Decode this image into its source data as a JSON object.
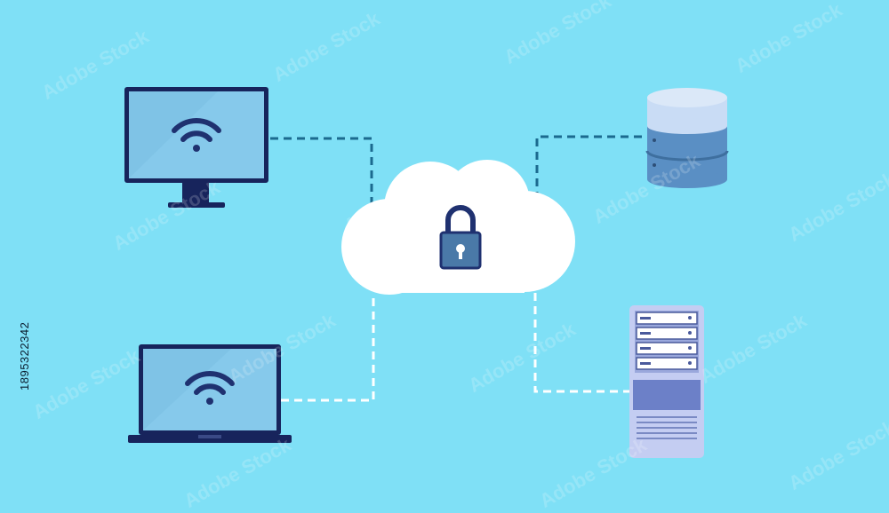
{
  "background_color": "#7fe0f6",
  "stock_id": "1895322342",
  "watermark_text": "Adobe Stock",
  "colors": {
    "device_frame": "#17245c",
    "screen": "#7fc3e6",
    "wifi": "#1f3170",
    "cloud": "#ffffff",
    "lock_body": "#4a79a8",
    "lock_outline": "#1f3170",
    "dashed_line_dark": "#1b6a8f",
    "dashed_line_light": "#ffffff",
    "database_top": "#c9dcf5",
    "database_body": "#5a8fc4",
    "server_case": "#c4cdf2",
    "server_panel": "#6c80c8"
  },
  "nodes": [
    {
      "id": "desktop",
      "icon": "desktop-monitor-icon",
      "extra_icon": "wifi-icon"
    },
    {
      "id": "laptop",
      "icon": "laptop-icon",
      "extra_icon": "wifi-icon"
    },
    {
      "id": "cloud",
      "icon": "cloud-icon",
      "extra_icon": "padlock-icon"
    },
    {
      "id": "database",
      "icon": "database-icon"
    },
    {
      "id": "server",
      "icon": "server-rack-icon"
    }
  ],
  "connections": [
    {
      "from": "desktop",
      "to": "cloud",
      "style": "dark-dashed"
    },
    {
      "from": "laptop",
      "to": "cloud",
      "style": "light-dashed"
    },
    {
      "from": "cloud",
      "to": "database",
      "style": "dark-dashed"
    },
    {
      "from": "cloud",
      "to": "server",
      "style": "light-dashed"
    }
  ]
}
